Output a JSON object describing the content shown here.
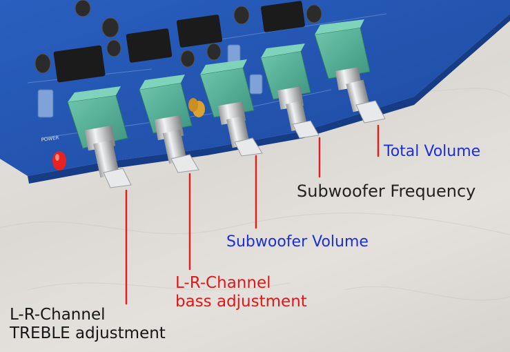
{
  "labels": {
    "total_volume": "Total Volume",
    "subwoofer_frequency": "Subwoofer Frequency",
    "subwoofer_volume": "Subwoofer Volume",
    "bass_line1": "L-R-Channel",
    "bass_line2": "bass adjustment",
    "treble_line1": "L-R-Channel",
    "treble_line2": "TREBLE adjustment"
  },
  "board_silkscreen": {
    "power": "POWER"
  },
  "colors": {
    "pcb": "#1f4fa8",
    "pot_body": "#4aa88f",
    "pointer_line": "#e02020",
    "label_blue": "#1a2fd6",
    "label_red": "#e01818",
    "label_dark": "#222222"
  }
}
